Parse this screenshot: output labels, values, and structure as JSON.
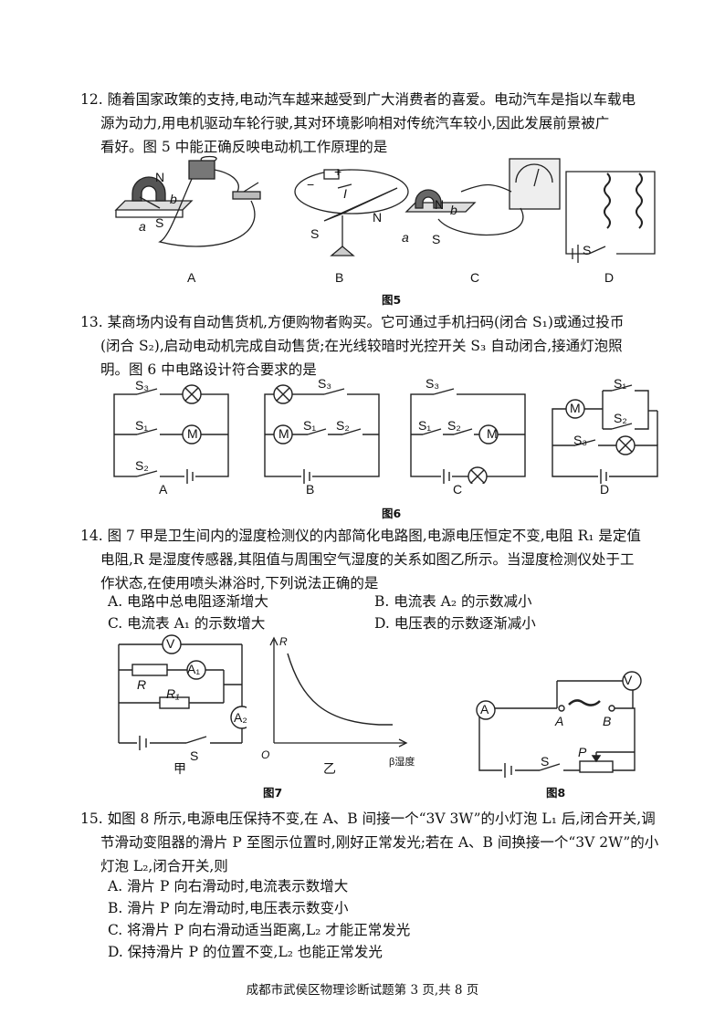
{
  "q12": {
    "l1": "12.  随着国家政策的支持,电动汽车越来越受到广大消费者的喜爱。电动汽车是指以车载电",
    "l2": "源为动力,用电机驱动车轮行驶,其对环境影响相对传统汽车较小,因此发展前景被广",
    "l3": "看好。图 5 中能正确反映电动机工作原理的是",
    "labels": [
      "A",
      "B",
      "C",
      "D"
    ],
    "caption": "图5",
    "marks": {
      "N": "N",
      "S": "S",
      "a": "a",
      "b": "b",
      "I": "I",
      "plus": "+",
      "minus": "−"
    }
  },
  "q13": {
    "l1": "13.  某商场内设有自动售货机,方便购物者购买。它可通过手机扫码(闭合 S₁)或通过投币",
    "l2": "(闭合 S₂),启动电动机完成自动售货;在光线较暗时光控开关 S₃ 自动闭合,接通灯泡照",
    "l3": "明。图 6 中电路设计符合要求的是",
    "labels": [
      "A",
      "B",
      "C",
      "D"
    ],
    "caption": "图6",
    "switches": {
      "s1": "S₁",
      "s2": "S₂",
      "s3": "S₃"
    },
    "motor": "M"
  },
  "q14": {
    "l1": "14.  图 7 甲是卫生间内的湿度检测仪的内部简化电路图,电源电压恒定不变,电阻 R₁ 是定值",
    "l2": "电阻,R 是湿度传感器,其阻值与周围空气湿度的关系如图乙所示。当湿度检测仪处于工",
    "l3": "作状态,在使用喷头淋浴时,下列说法正确的是",
    "options": {
      "A": "A.  电路中总电阻逐渐增大",
      "B": "B.  电流表 A₂ 的示数减小",
      "C": "C.  电流表 A₁ 的示数增大",
      "D": "D.  电压表的示数逐渐减小"
    },
    "fig_jia": "甲",
    "fig_yi": "乙",
    "caption7": "图7",
    "caption8": "图8",
    "graph": {
      "R": "R",
      "O": "O",
      "x": "β湿度"
    },
    "circuit": {
      "V": "V",
      "A1": "A₁",
      "A2": "A₂",
      "R": "R",
      "R1": "R₁",
      "S": "S",
      "A": "A",
      "Apt": "A",
      "Bpt": "B",
      "P": "P"
    }
  },
  "q15": {
    "l1": "15.  如图 8 所示,电源电压保持不变,在 A、B 间接一个“3V 3W”的小灯泡 L₁ 后,闭合开关,调",
    "l2": "节滑动变阻器的滑片 P 至图示位置时,刚好正常发光;若在 A、B 间换接一个“3V 2W”的小",
    "l3": "灯泡 L₂,闭合开关,则",
    "options": {
      "A": "A.  滑片 P 向右滑动时,电流表示数增大",
      "B": "B.  滑片 P 向左滑动时,电压表示数变小",
      "C": "C.  将滑片 P 向右滑动适当距离,L₂ 才能正常发光",
      "D": "D.  保持滑片 P 的位置不变,L₂ 也能正常发光"
    }
  },
  "footer": "成都市武侯区物理诊断试题第 3 页,共 8 页"
}
